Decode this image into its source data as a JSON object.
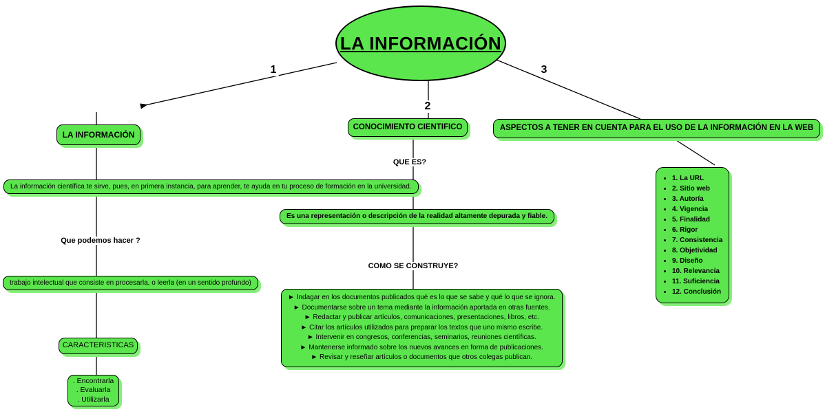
{
  "colors": {
    "node_fill": "#5ce64e",
    "node_shadow": "#86ef79",
    "node_border": "#000000",
    "line_color": "#000000",
    "background": "#ffffff"
  },
  "root": {
    "title": "LA INFORMACIÓN"
  },
  "links": {
    "branch1": "1",
    "branch2": "2",
    "branch3": "3",
    "que_es": "QUE ES?",
    "que_podemos": "Que podemos hacer ?",
    "como_se_construye": "COMO SE CONSTRUYE?"
  },
  "left_branch": {
    "title": "LA INFORMACIÓN",
    "description": "La información científica te sirve, pues, en primera instancia, para aprender, te ayuda en tu proceso de formación en la universidad.",
    "trabajo": "trabajo intelectual que consiste en procesarla, o leerla (en un sentido profundo)",
    "caracteristicas_title": "CARACTERISTICAS",
    "caracteristicas_items": [
      ". Encontrarla",
      ". Evaluarla",
      ". Utilizarla"
    ]
  },
  "middle_branch": {
    "title": "CONOCIMIENTO CIENTIFICO",
    "definition": "Es una representación o descripción de la realidad altamente depurada y fiable.",
    "construye_items": [
      "► Indagar en los documentos publicados qué es lo que se sabe y qué lo que se ignora.",
      "► Documentarse sobre un tema mediante la información aportada en otras fuentes.",
      "► Redactar y publicar artículos, comunicaciones, presentaciones, libros, etc.",
      "► Citar los artículos utilizados para preparar los textos que uno mismo escribe.",
      "► Intervenir en congresos, conferencias, seminarios, reuniones científicas.",
      "► Mantenerse informado sobre los nuevos avances en forma de publicaciones.",
      "► Revisar y reseñar artículos o documentos que otros colegas publican."
    ]
  },
  "right_branch": {
    "title": "ASPECTOS A TENER EN CUENTA PARA EL USO DE LA INFORMACIÓN EN LA WEB",
    "items": [
      "1. La URL",
      "2. Sitio web",
      "3. Autoría",
      "4. Vigencia",
      "5. Finalidad",
      "6. Rigor",
      "7. Consistencia",
      "8. Objetividad",
      "9. Diseño",
      "10. Relevancia",
      "11. Suficiencia",
      "12. Conclusión"
    ]
  }
}
